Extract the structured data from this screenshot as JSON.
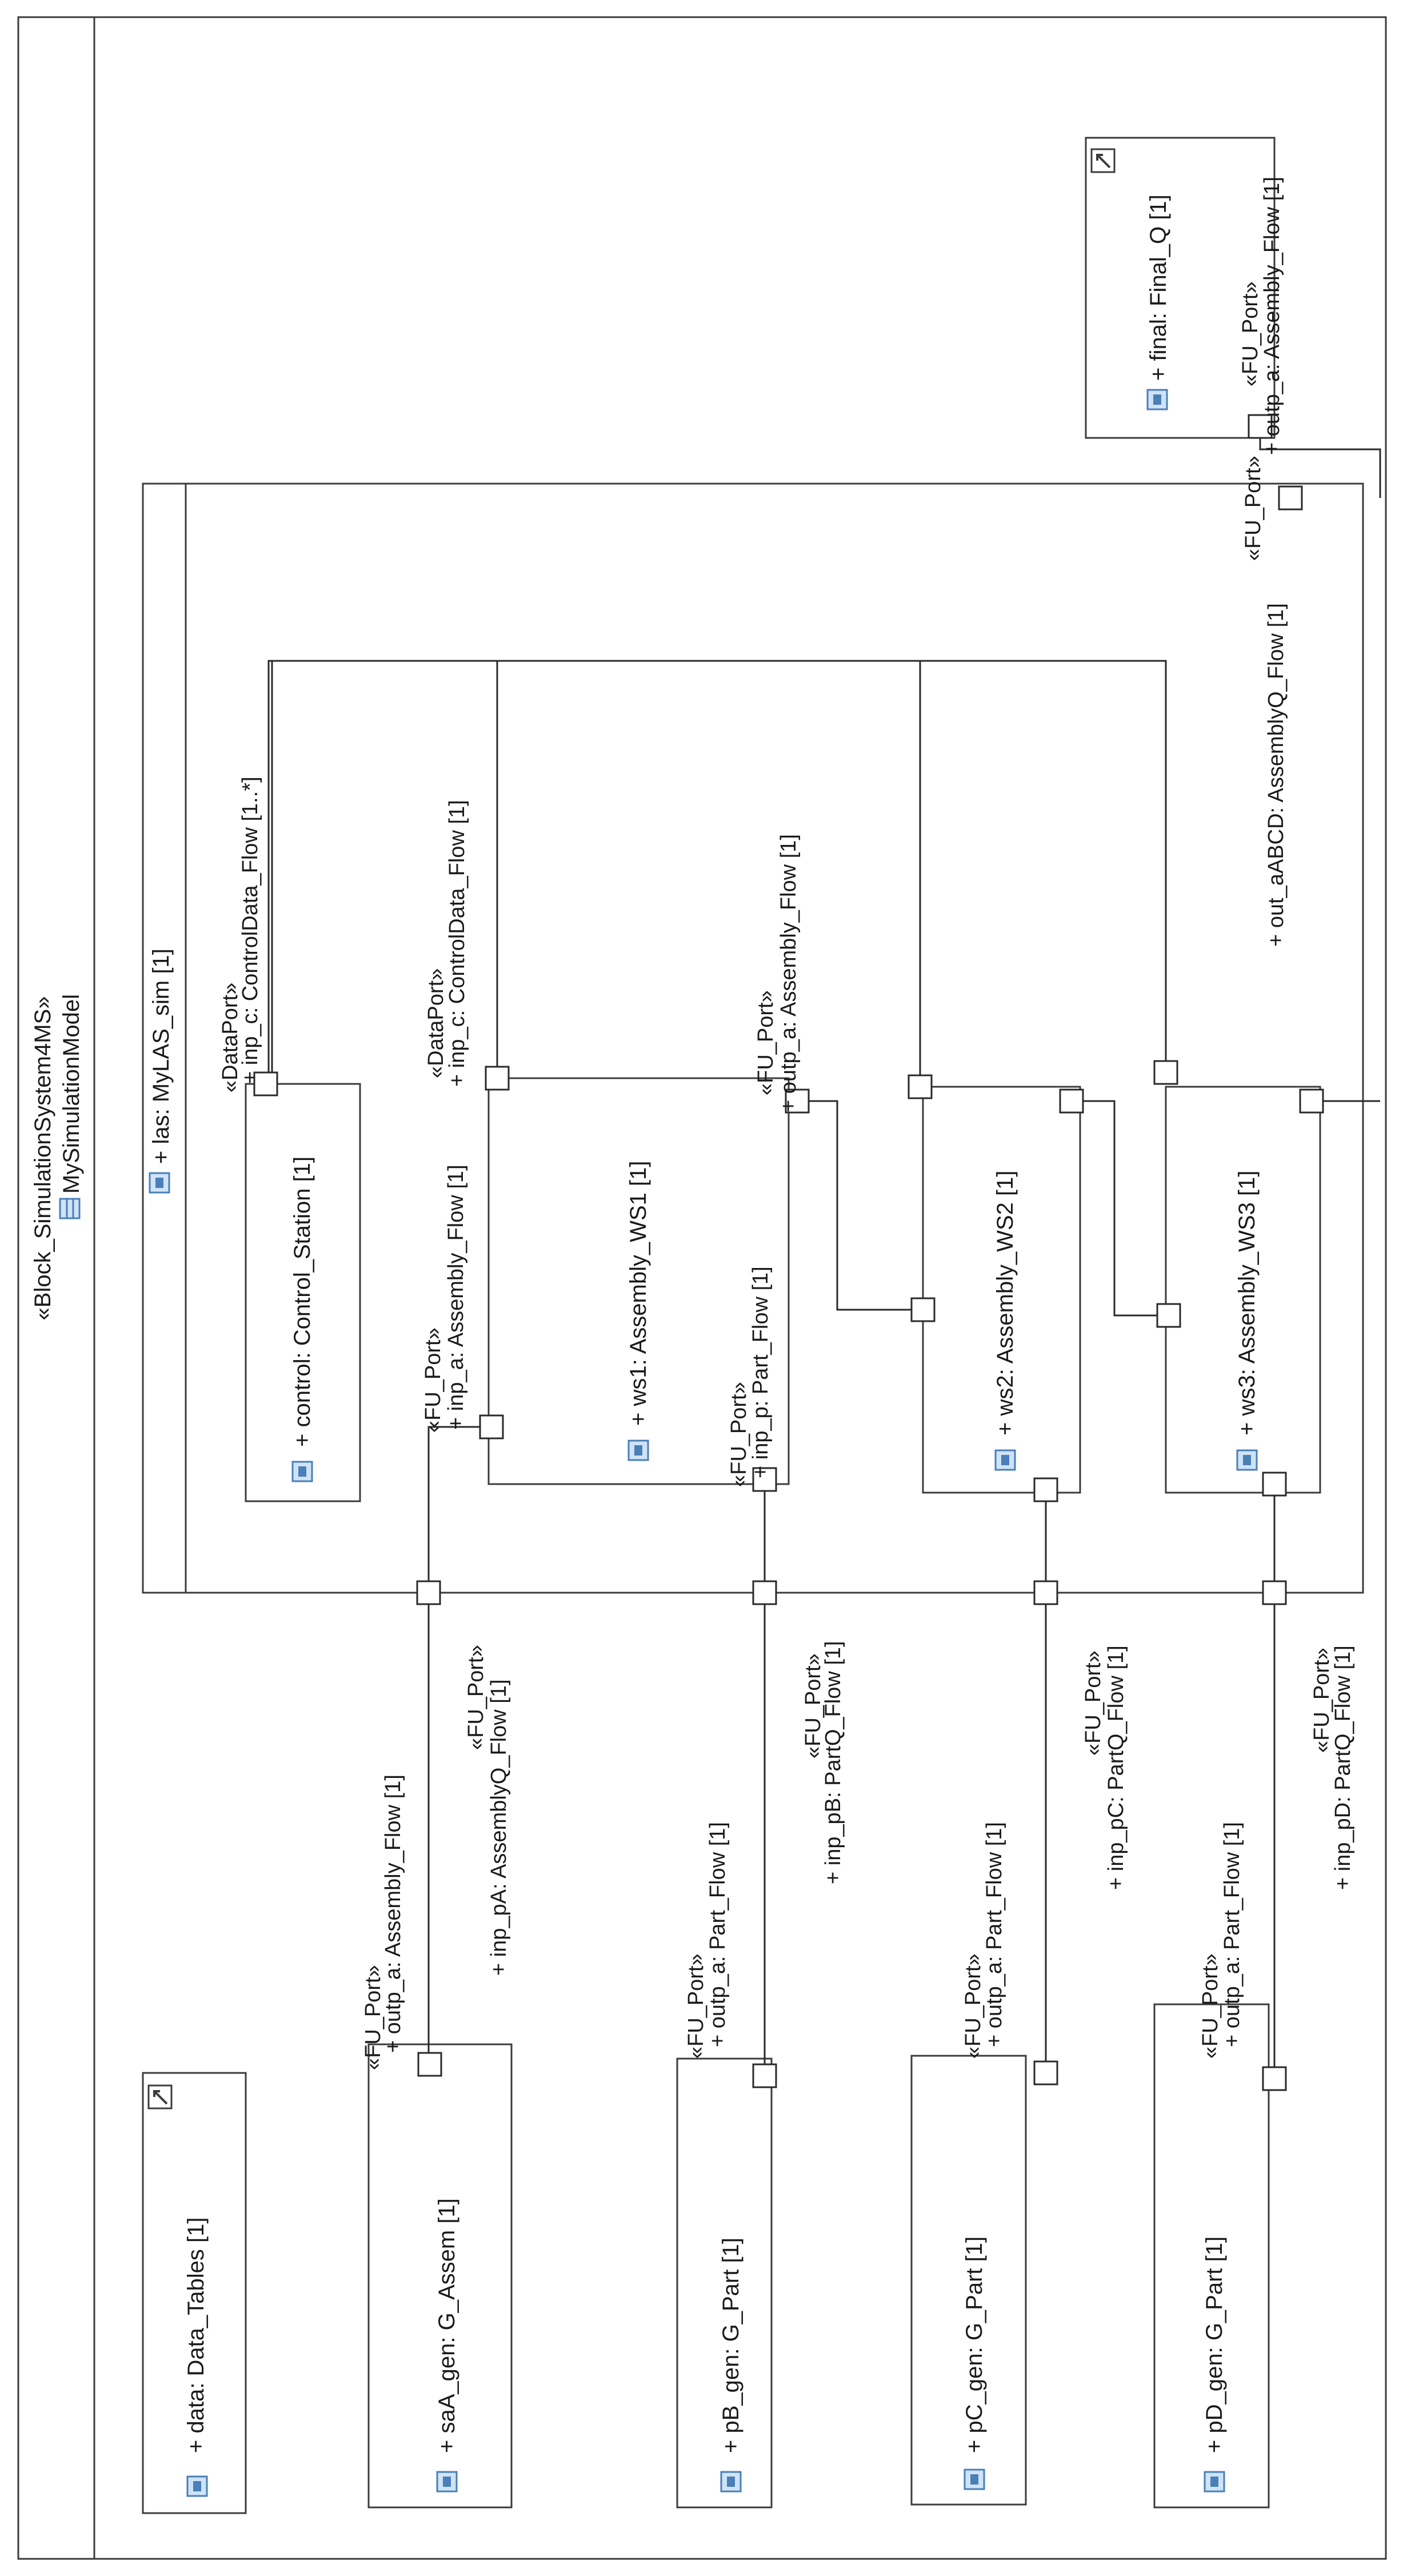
{
  "colors": {
    "stroke": "#3c3c3c",
    "icon_fill": "#cfe3f7",
    "icon_border": "#4a7fb8"
  },
  "header": {
    "stereotype": "«Block_SimulationSystem4MS»",
    "name": "MySimulationModel",
    "icon": "block-icon"
  },
  "parts": {
    "data": {
      "label": "+ data: Data_Tables [1]",
      "icon": "part-icon",
      "corner_icon": "diagram-icon"
    },
    "saA_gen": {
      "label": "+ saA_gen: G_Assem [1]",
      "icon": "part-icon"
    },
    "pB_gen": {
      "label": "+ pB_gen: G_Part [1]",
      "icon": "part-icon"
    },
    "pC_gen": {
      "label": "+ pC_gen: G_Part [1]",
      "icon": "part-icon"
    },
    "pD_gen": {
      "label": "+ pD_gen: G_Part [1]",
      "icon": "part-icon"
    },
    "las": {
      "label": "+ las: MyLAS_sim [1]",
      "icon": "part-icon"
    },
    "control": {
      "label": "+ control: Control_Station [1]",
      "icon": "part-icon"
    },
    "ws1": {
      "label": "+ ws1: Assembly_WS1 [1]",
      "icon": "part-icon"
    },
    "ws2": {
      "label": "+ ws2: Assembly_WS2 [1]",
      "icon": "part-icon"
    },
    "ws3": {
      "label": "+ ws3: Assembly_WS3 [1]",
      "icon": "part-icon"
    },
    "final": {
      "label": "+ final: Final_Q [1]",
      "icon": "part-icon",
      "corner_icon": "diagram-icon"
    }
  },
  "ports": {
    "saA_outp": {
      "stereotype": "«FU_Port»",
      "label": "+ outp_a: Assembly_Flow [1]"
    },
    "pB_outp": {
      "stereotype": "«FU_Port»",
      "label": "+ outp_a: Part_Flow [1]"
    },
    "pC_outp": {
      "stereotype": "«FU_Port»",
      "label": "+ outp_a: Part_Flow [1]"
    },
    "pD_outp": {
      "stereotype": "«FU_Port»",
      "label": "+ outp_a: Part_Flow [1]"
    },
    "las_inp_pA": {
      "stereotype": "«FU_Port»",
      "label": "+ inp_pA: AssemblyQ_Flow [1]"
    },
    "las_inp_pB": {
      "stereotype": "«FU_Port»",
      "label": "+ inp_pB: PartQ_Flow [1]"
    },
    "las_inp_pC": {
      "stereotype": "«FU_Port»",
      "label": "+ inp_pC: PartQ_Flow [1]"
    },
    "las_inp_pD": {
      "stereotype": "«FU_Port»",
      "label": "+ inp_pD: PartQ_Flow [1]"
    },
    "las_out": {
      "stereotype": "«FU_Port»",
      "label": "+ out_aABCD: AssemblyQ_Flow [1]"
    },
    "control_inp": {
      "stereotype": "«DataPort»",
      "label": "+ inp_c: ControlData_Flow [1..*]"
    },
    "ws1_inp_c": {
      "stereotype": "«DataPort»",
      "label": "+ inp_c: ControlData_Flow [1]"
    },
    "ws1_outp": {
      "stereotype": "«FU_Port»",
      "label": "+ outp_a: Assembly_Flow [1]"
    },
    "ws1_inp_a": {
      "stereotype": "«FU_Port»",
      "label": "+ inp_a: Assembly_Flow [1]"
    },
    "ws1_inp_p": {
      "stereotype": "«FU_Port»",
      "label": "+ inp_p: Part_Flow [1]"
    },
    "final_outp": {
      "stereotype": "«FU_Port»",
      "label": "+ outp_a: Assembly_Flow [1]"
    }
  }
}
